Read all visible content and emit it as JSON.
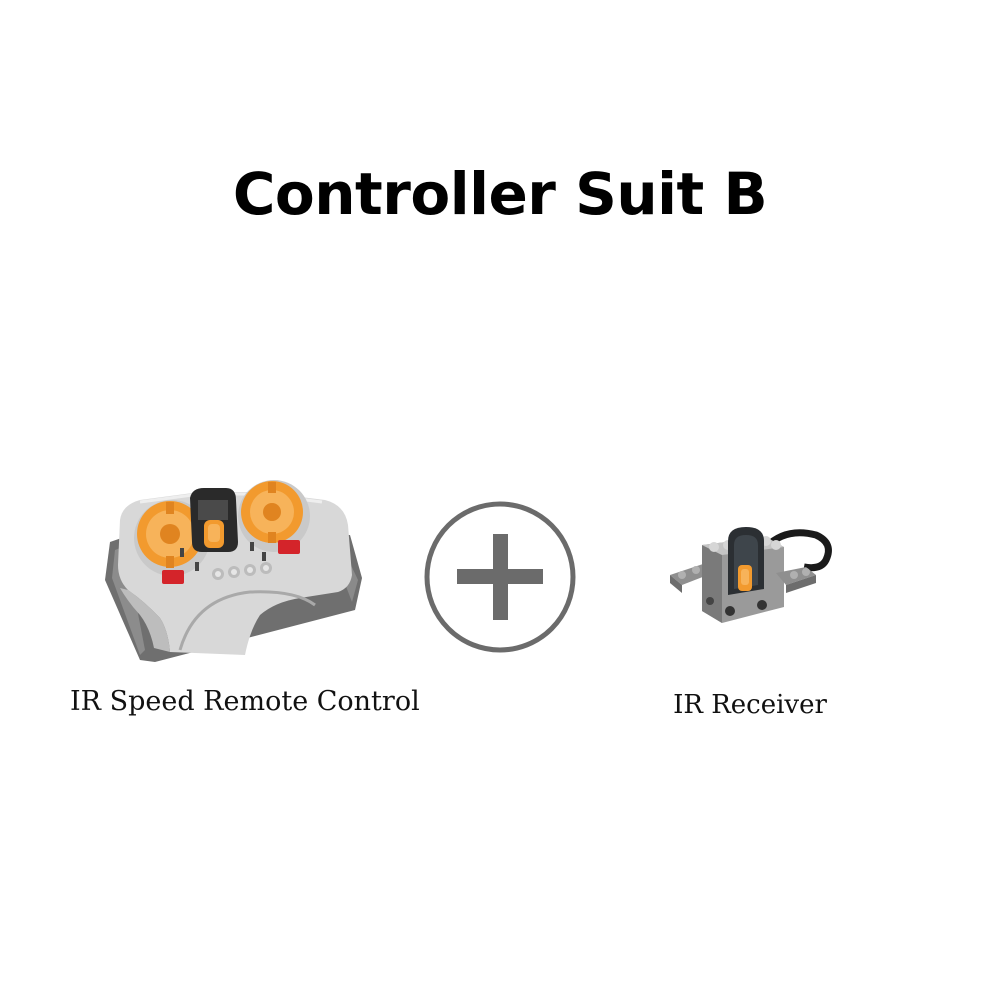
{
  "title": "Controller Suit B",
  "items": [
    {
      "label": "IR Speed Remote Control",
      "icon": "ir-speed-remote-icon"
    },
    {
      "label": "IR Receiver",
      "icon": "ir-receiver-icon"
    }
  ],
  "plus": {
    "icon": "plus-circle-icon"
  },
  "colors": {
    "remote_body": "#d9d9d9",
    "remote_base": "#7a7a7a",
    "dial_orange": "#f29a2e",
    "button_red": "#d4242a",
    "plus_gray": "#6b6b6b",
    "receiver_dark": "#2b2f33"
  }
}
